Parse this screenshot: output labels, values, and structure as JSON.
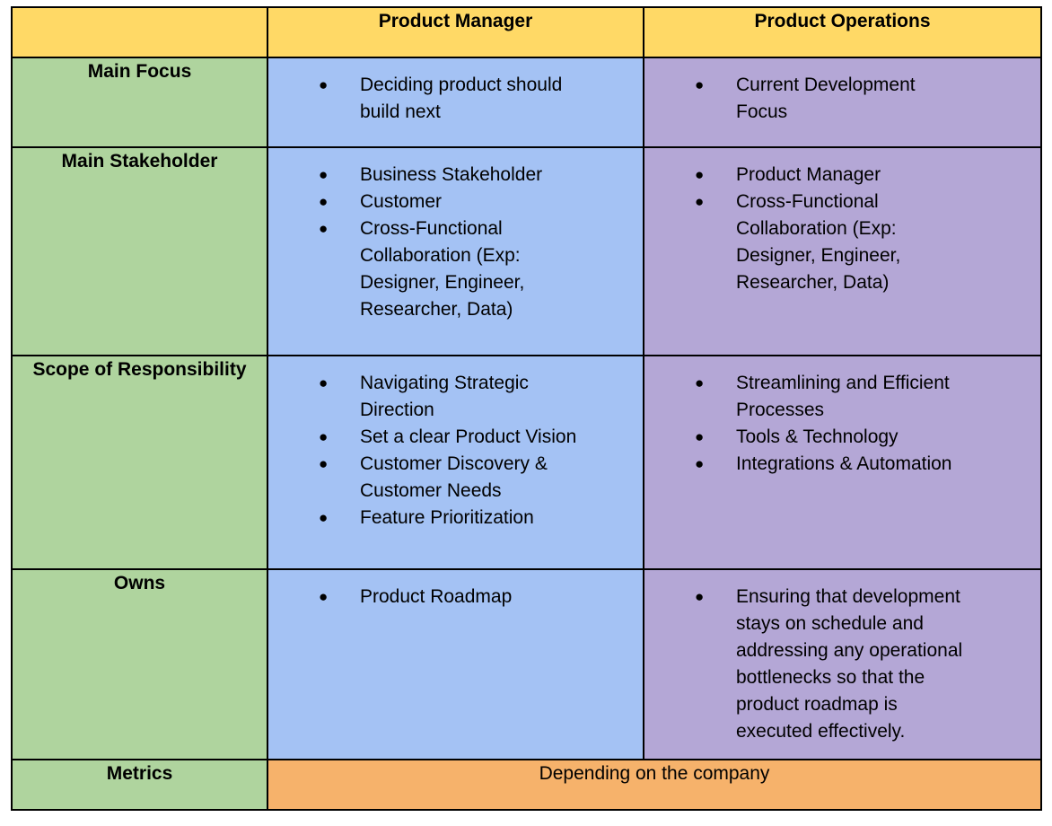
{
  "chart_data": {
    "type": "table",
    "columns": [
      "",
      "Product Manager",
      "Product Operations"
    ],
    "rows": [
      {
        "label": "Main Focus",
        "product_manager": [
          "Deciding product should build next"
        ],
        "product_operations": [
          "Current Development Focus"
        ]
      },
      {
        "label": "Main Stakeholder",
        "product_manager": [
          "Business Stakeholder",
          "Customer",
          "Cross-Functional Collaboration (Exp: Designer, Engineer, Researcher, Data)"
        ],
        "product_operations": [
          "Product Manager",
          "Cross-Functional Collaboration (Exp: Designer, Engineer, Researcher, Data)"
        ]
      },
      {
        "label": "Scope of Responsibility",
        "product_manager": [
          "Navigating Strategic Direction",
          "Set a clear Product Vision",
          "Customer Discovery & Customer Needs",
          "Feature Prioritization"
        ],
        "product_operations": [
          "Streamlining and Efficient Processes",
          "Tools & Technology",
          "Integrations & Automation"
        ]
      },
      {
        "label": "Owns",
        "product_manager": [
          "Product Roadmap"
        ],
        "product_operations": [
          "Ensuring that development stays on schedule and addressing any operational bottlenecks so that the product roadmap is executed effectively."
        ]
      },
      {
        "label": "Metrics",
        "merged_value": "Depending on the company"
      }
    ]
  },
  "icons": {
    "bullet": "●"
  },
  "colors": {
    "header-bg": "#FFD966",
    "label-bg": "#AFD49E",
    "pm-bg": "#A4C2F4",
    "po-bg": "#B4A7D6",
    "metrics-bg": "#F6B26B",
    "border": "#000000",
    "text": "#000000",
    "page-bg": "#FFFFFF"
  }
}
